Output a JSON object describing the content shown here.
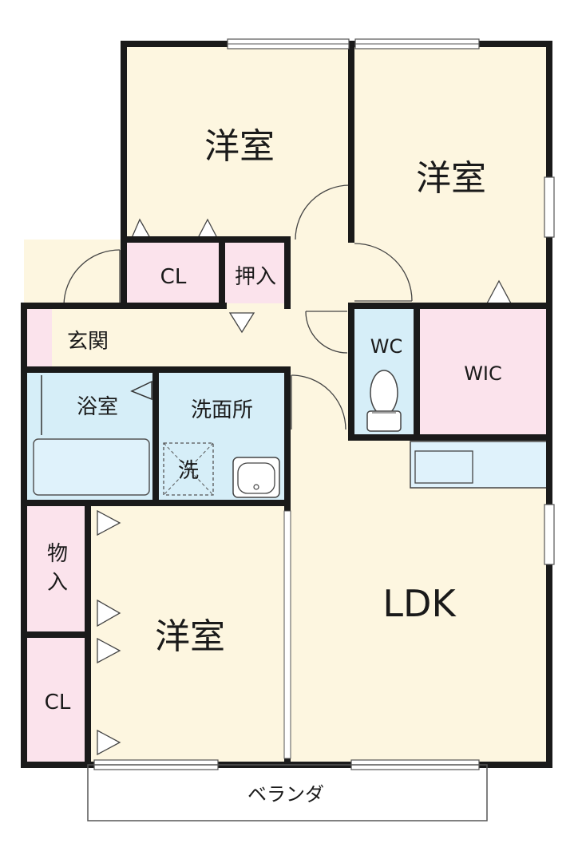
{
  "colors": {
    "room": "#fdf6e0",
    "closet": "#fbe3ec",
    "wet": "#d6eef8",
    "fixture": "#dff2fb",
    "wall": "#1a1a1a"
  },
  "rooms": {
    "western_top_left": "洋室",
    "western_top_right": "洋室",
    "closet_top": "CL",
    "oshiire": "押入",
    "entrance": "玄関",
    "wc": "WC",
    "wic": "WIC",
    "bath": "浴室",
    "washroom": "洗面所",
    "washer": "洗",
    "storage_line1": "物",
    "storage_line2": "入",
    "western_bottom": "洋室",
    "closet_left": "CL",
    "ldk": "LDK",
    "veranda": "ベランダ"
  }
}
